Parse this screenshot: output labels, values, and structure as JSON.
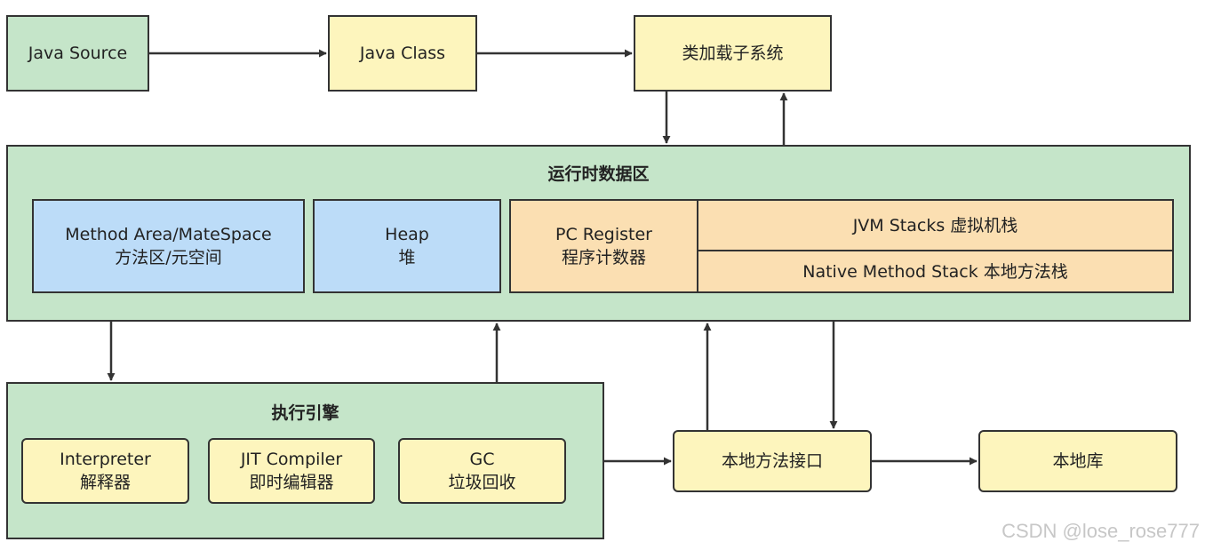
{
  "nodes": {
    "java_source": "Java Source",
    "java_class": "Java Class",
    "class_loader": "类加载子系统",
    "native_interface": "本地方法接口",
    "native_library": "本地库"
  },
  "runtime_data_area": {
    "title": "运行时数据区",
    "method_area": {
      "line1": "Method Area/MateSpace",
      "line2": "方法区/元空间"
    },
    "heap": {
      "line1": "Heap",
      "line2": "堆"
    },
    "pc_register": {
      "line1": "PC Register",
      "line2": "程序计数器"
    },
    "jvm_stacks": "JVM Stacks 虚拟机栈",
    "native_stack": "Native Method Stack 本地方法栈"
  },
  "execution_engine": {
    "title": "执行引擎",
    "interpreter": {
      "line1": "Interpreter",
      "line2": "解释器"
    },
    "jit": {
      "line1": "JIT Compiler",
      "line2": "即时编辑器"
    },
    "gc": {
      "line1": "GC",
      "line2": "垃圾回收"
    }
  },
  "watermark": "CSDN @lose_rose777"
}
